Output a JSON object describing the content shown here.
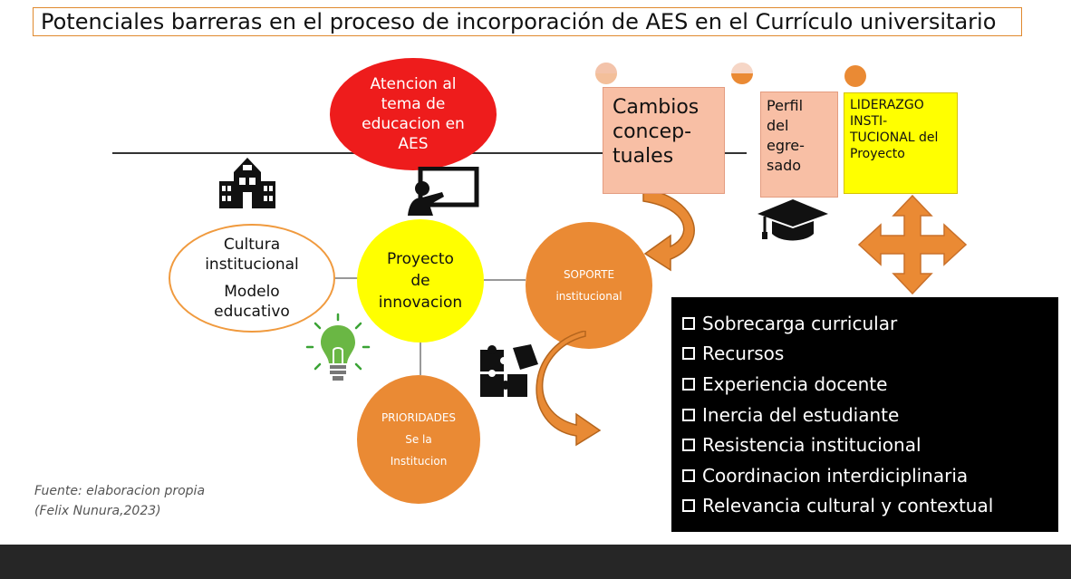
{
  "title": "Potenciales barreras en el proceso de incorporación de AES en el Currículo universitario",
  "nodes": {
    "atencion": [
      "Atencion al",
      "tema de",
      "educacion en",
      "AES"
    ],
    "cultura": {
      "line1": "Cultura",
      "line2": "institucional",
      "line3": "Modelo",
      "line4": "educativo"
    },
    "proyecto": [
      "Proyecto",
      "de",
      "innovacion"
    ],
    "soporte": [
      "SOPORTE",
      "institucional"
    ],
    "prioridades": [
      "PRIORIDADES",
      "Se la",
      "Institucion"
    ],
    "cambios": [
      "Cambios",
      "concep-",
      "tuales"
    ],
    "perfil": [
      "Perfil",
      "del",
      "egre-",
      "sado"
    ],
    "liderazgo": [
      "LIDERAZGO",
      "INSTI-",
      "TUCIONAL del",
      "Proyecto"
    ]
  },
  "barriers": [
    "Sobrecarga curricular",
    "Recursos",
    "Experiencia docente",
    "Inercia del estudiante",
    "Resistencia institucional",
    "Coordinacion interdiciplinaria",
    "Relevancia cultural y contextual"
  ],
  "source": {
    "line1": "Fuente:  elaboracion propia",
    "line2": "(Felix Nunura,2023)"
  },
  "colors": {
    "accent": "#ea8a34",
    "red": "#ee1c1c",
    "yellow": "#ffff00",
    "peach": "#f8bfa5"
  }
}
